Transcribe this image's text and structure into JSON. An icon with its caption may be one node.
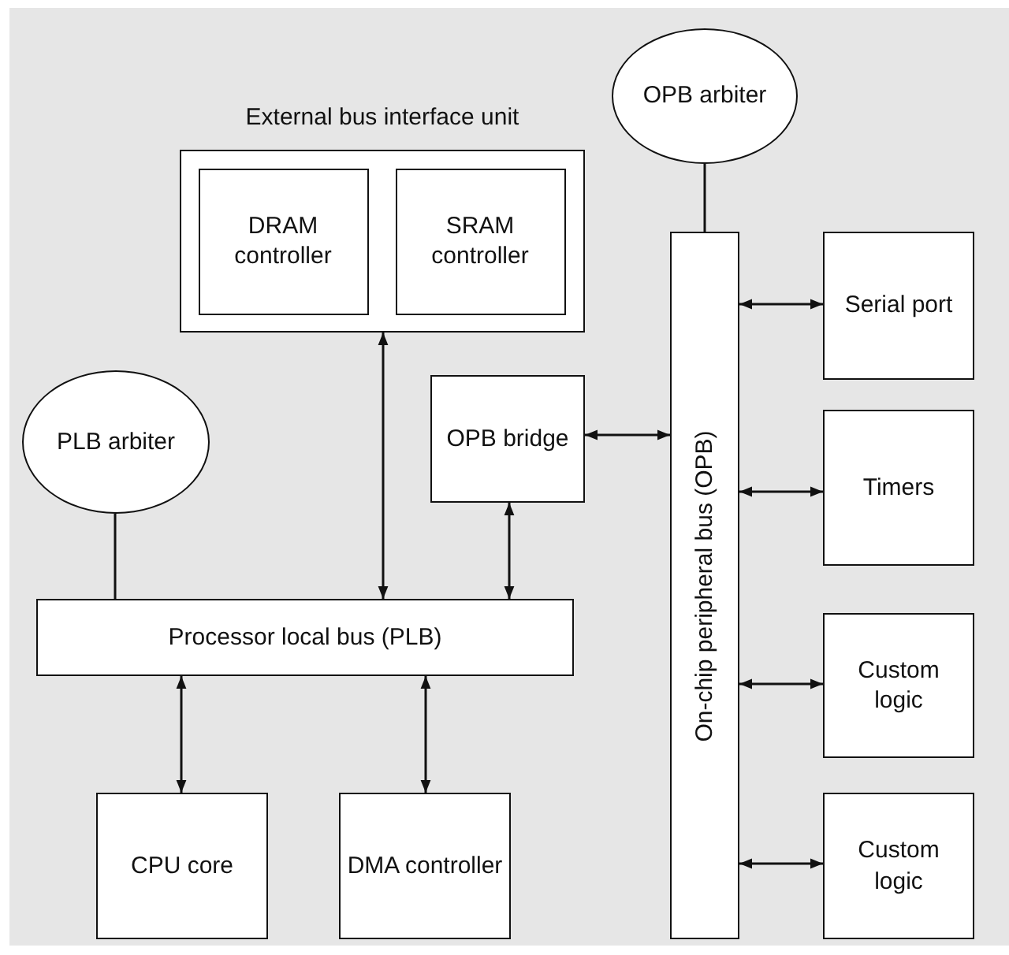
{
  "diagram": {
    "nodes": [
      {
        "text": [
          "External bus interface unit"
        ]
      },
      {
        "text": [
          "DRAM controller"
        ],
        "in": 0
      },
      {
        "text": [
          "SRAM controller"
        ],
        "in": 0
      },
      {
        "text": [
          "OPB arbiter"
        ]
      },
      {
        "text": [
          "On-chip peripheral bus (OPB)"
        ]
      },
      {
        "text": [
          "Serial port"
        ]
      },
      {
        "text": [
          "PLB arbiter"
        ]
      },
      {
        "text": [
          "OPB bridge"
        ]
      },
      {
        "text": [
          "Timers"
        ]
      },
      {
        "text": [
          "Processor local bus (PLB)"
        ]
      },
      {
        "text": [
          "Custom logic"
        ]
      },
      {
        "text": [
          "CPU core"
        ]
      },
      {
        "text": [
          "DMA controller"
        ]
      },
      {
        "text": [
          "Custom logic"
        ]
      }
    ],
    "edges": [
      {
        "from": 3,
        "to": 4,
        "arrow": "none"
      },
      {
        "from": 6,
        "to": 9,
        "arrow": "none"
      },
      {
        "from": 0,
        "to": 9,
        "arrow": "both"
      },
      {
        "from": 7,
        "to": 9,
        "arrow": "both"
      },
      {
        "from": 7,
        "to": 4,
        "arrow": "both"
      },
      {
        "from": 4,
        "to": 5,
        "arrow": "both"
      },
      {
        "from": 4,
        "to": 8,
        "arrow": "both"
      },
      {
        "from": 4,
        "to": 10,
        "arrow": "both"
      },
      {
        "from": 4,
        "to": 13,
        "arrow": "both"
      },
      {
        "from": 9,
        "to": 11,
        "arrow": "both"
      },
      {
        "from": 9,
        "to": 12,
        "arrow": "both"
      }
    ]
  }
}
